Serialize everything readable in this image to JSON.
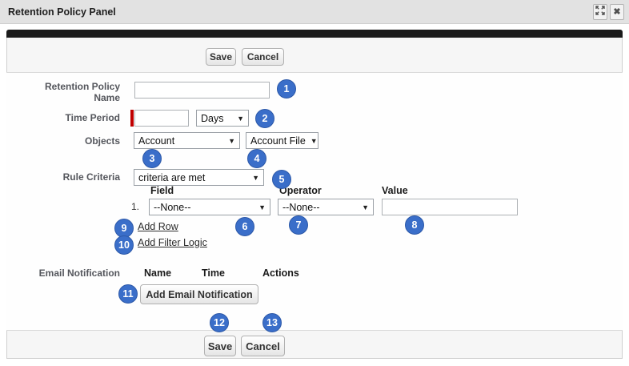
{
  "window": {
    "title": "Retention Policy Panel",
    "close_glyph": "✖"
  },
  "top_actions": {
    "save": "Save",
    "cancel": "Cancel"
  },
  "form": {
    "retention_policy_name": {
      "label": "Retention Policy Name",
      "value": ""
    },
    "time_period": {
      "label": "Time Period",
      "value": "",
      "unit": "Days"
    },
    "objects": {
      "label": "Objects",
      "primary": "Account",
      "secondary": "Account File"
    },
    "rule_criteria": {
      "label": "Rule Criteria",
      "value": "criteria are met"
    },
    "criteria_table": {
      "headers": {
        "field": "Field",
        "operator": "Operator",
        "value": "Value"
      },
      "rows": [
        {
          "index": "1.",
          "field": "--None--",
          "operator": "--None--",
          "value": ""
        }
      ]
    },
    "links": {
      "add_row": "Add Row",
      "add_filter_logic": "Add Filter Logic"
    },
    "email_notification": {
      "label": "Email Notification",
      "headers": {
        "name": "Name",
        "time": "Time",
        "actions": "Actions"
      },
      "add_button": "Add Email Notification"
    }
  },
  "bottom_actions": {
    "save": "Save",
    "cancel": "Cancel"
  },
  "badges": [
    "1",
    "2",
    "3",
    "4",
    "5",
    "6",
    "7",
    "8",
    "9",
    "10",
    "11",
    "12",
    "13"
  ],
  "icons": {
    "dropdown_arrow": "▼"
  },
  "colors": {
    "badge_blue": "#3a6ec9",
    "required_red": "#c00000",
    "section_bar": "#1b1b1b"
  }
}
